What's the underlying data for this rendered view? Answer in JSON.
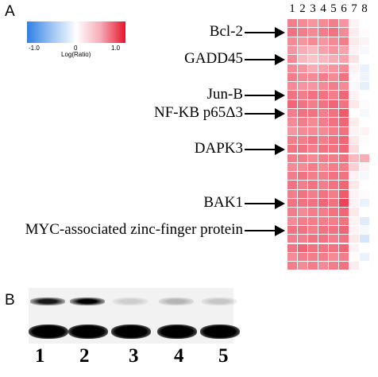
{
  "panel_a": {
    "letter": "A",
    "scale": {
      "min_label": "-1.0",
      "mid_label": "0",
      "max_label": "1.0",
      "caption": "Log(Ratio)",
      "colors": {
        "negative": "#2f7fe6",
        "zero": "#ffffff",
        "positive": "#e8142c"
      }
    },
    "column_labels": [
      "1",
      "2",
      "3",
      "4",
      "5",
      "6",
      "7",
      "8"
    ],
    "genes": [
      {
        "label": "Bcl-2",
        "row": 1
      },
      {
        "label": "GADD45",
        "row": 4
      },
      {
        "label": "Jun-B",
        "row": 8
      },
      {
        "label": "NF-ΚB p65Δ3",
        "row": 10
      },
      {
        "label": "DAPK3",
        "row": 14
      },
      {
        "label": "BAK1",
        "row": 20
      },
      {
        "label": "MYC-associated zinc-finger protein",
        "row": 23
      }
    ],
    "heatmap": [
      [
        0.55,
        0.5,
        0.45,
        0.5,
        0.55,
        0.45,
        0.05,
        0.0
      ],
      [
        0.6,
        0.55,
        0.5,
        0.55,
        0.6,
        0.5,
        0.08,
        0.02
      ],
      [
        0.5,
        0.45,
        0.5,
        0.45,
        0.5,
        0.55,
        0.1,
        0.05
      ],
      [
        0.45,
        0.35,
        0.3,
        0.4,
        0.45,
        0.4,
        0.05,
        -0.05
      ],
      [
        0.5,
        0.3,
        0.25,
        0.3,
        0.35,
        0.4,
        0.12,
        0.0
      ],
      [
        0.5,
        0.45,
        0.35,
        0.4,
        0.45,
        0.5,
        0.05,
        -0.1
      ],
      [
        0.55,
        0.5,
        0.5,
        0.55,
        0.5,
        0.6,
        0.02,
        -0.08
      ],
      [
        0.5,
        0.45,
        0.45,
        0.5,
        0.55,
        0.5,
        -0.05,
        -0.12
      ],
      [
        0.6,
        0.55,
        0.6,
        0.6,
        0.55,
        0.65,
        0.05,
        0.0
      ],
      [
        0.65,
        0.6,
        0.55,
        0.6,
        0.65,
        0.6,
        0.1,
        0.02
      ],
      [
        0.55,
        0.6,
        0.6,
        0.55,
        0.6,
        0.7,
        0.0,
        -0.05
      ],
      [
        0.5,
        0.55,
        0.5,
        0.55,
        0.6,
        0.65,
        0.08,
        0.0
      ],
      [
        0.45,
        0.5,
        0.5,
        0.5,
        0.55,
        0.6,
        0.05,
        0.05
      ],
      [
        0.55,
        0.55,
        0.6,
        0.55,
        0.6,
        0.65,
        0.1,
        0.02
      ],
      [
        0.6,
        0.6,
        0.55,
        0.6,
        0.6,
        0.65,
        0.15,
        0.0
      ],
      [
        0.55,
        0.55,
        0.5,
        0.55,
        0.55,
        0.6,
        0.3,
        0.35
      ],
      [
        0.5,
        0.5,
        0.55,
        0.5,
        0.55,
        0.55,
        0.2,
        0.05
      ],
      [
        0.55,
        0.6,
        0.55,
        0.55,
        0.6,
        0.6,
        0.05,
        -0.05
      ],
      [
        0.6,
        0.55,
        0.6,
        0.55,
        0.6,
        0.65,
        0.1,
        0.0
      ],
      [
        0.55,
        0.6,
        0.55,
        0.6,
        0.55,
        0.7,
        0.05,
        0.02
      ],
      [
        0.6,
        0.6,
        0.6,
        0.65,
        0.6,
        0.8,
        0.05,
        -0.1
      ],
      [
        0.55,
        0.5,
        0.55,
        0.55,
        0.6,
        0.65,
        0.1,
        0.0
      ],
      [
        0.5,
        0.55,
        0.55,
        0.55,
        0.55,
        0.6,
        0.05,
        -0.15
      ],
      [
        0.6,
        0.6,
        0.55,
        0.6,
        0.6,
        0.65,
        0.05,
        -0.05
      ],
      [
        0.55,
        0.55,
        0.6,
        0.6,
        0.55,
        0.6,
        0.1,
        -0.2
      ],
      [
        0.6,
        0.65,
        0.6,
        0.6,
        0.6,
        0.65,
        0.05,
        0.0
      ],
      [
        0.5,
        0.55,
        0.55,
        0.55,
        0.5,
        0.55,
        0.02,
        -0.1
      ],
      [
        0.55,
        0.5,
        0.55,
        0.5,
        0.55,
        0.6,
        0.08,
        0.0
      ]
    ]
  },
  "panel_b": {
    "letter": "B",
    "lane_labels": [
      "1",
      "2",
      "3",
      "4",
      "5"
    ],
    "upper_band_intensity": [
      0.9,
      1.0,
      0.15,
      0.25,
      0.18
    ],
    "lower_band_intensity": [
      1.0,
      1.0,
      1.0,
      1.0,
      1.0
    ]
  }
}
